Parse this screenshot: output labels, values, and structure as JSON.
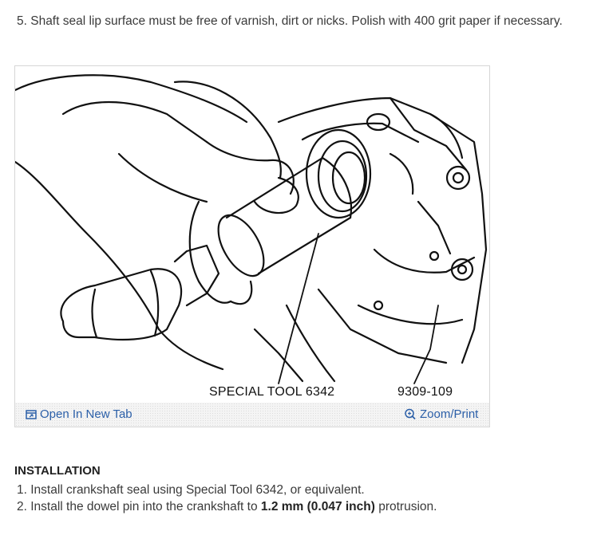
{
  "step_top": "5. Shaft seal lip surface must be free of varnish, dirt or nicks. Polish with 400 grit paper if necessary.",
  "figure": {
    "callout_label": "SPECIAL TOOL 6342",
    "figure_number": "9309-109",
    "open_new_tab_label": "Open In New Tab",
    "zoom_print_label": "Zoom/Print",
    "open_icon": "open-in-new-tab-icon",
    "zoom_icon": "zoom-icon",
    "link_color": "#2b5fa8"
  },
  "installation": {
    "title": "INSTALLATION",
    "step1": "1. Install crankshaft seal using Special Tool 6342, or equivalent.",
    "step2_prefix": "2. Install the dowel pin into the crankshaft to ",
    "step2_bold": "1.2 mm (0.047 inch)",
    "step2_suffix": " protrusion."
  }
}
